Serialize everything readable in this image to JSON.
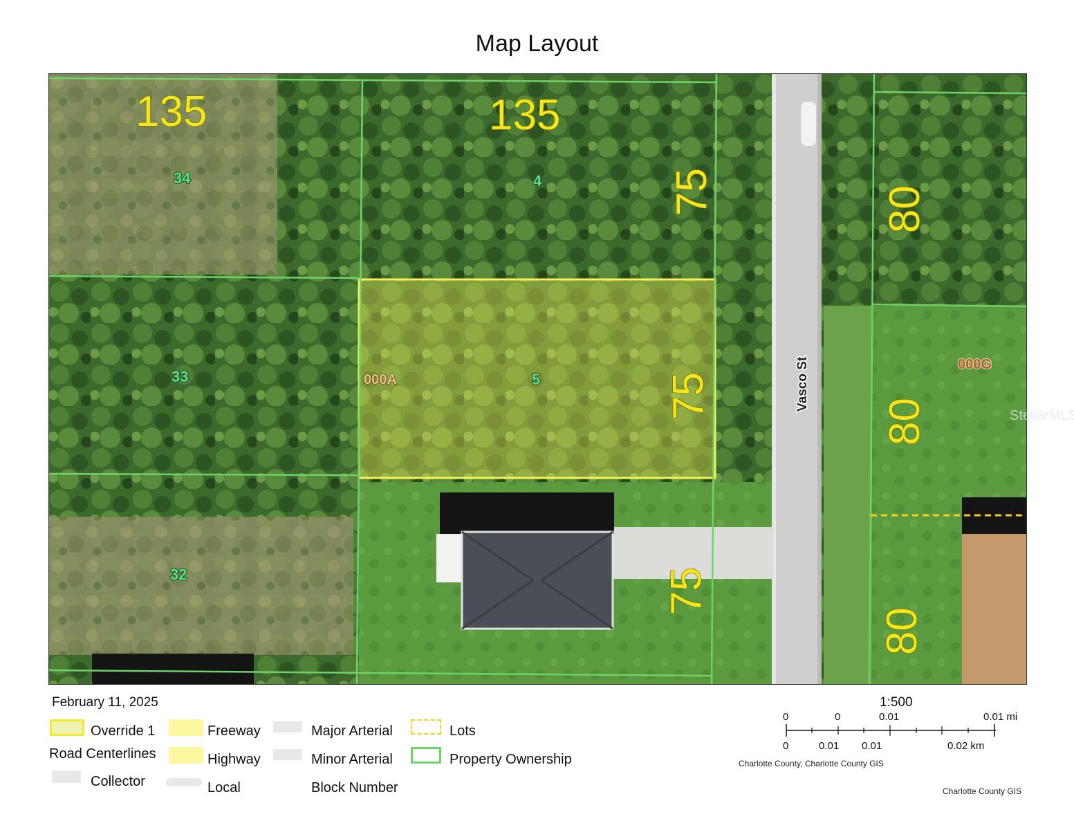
{
  "title": "Map Layout",
  "date": "February 11, 2025",
  "map": {
    "dimension_labels": [
      "135",
      "135",
      "75",
      "75",
      "75",
      "80",
      "80",
      "80"
    ],
    "lot_numbers": [
      "34",
      "4",
      "33",
      "5",
      "32"
    ],
    "block_labels": [
      "000A",
      "000G"
    ],
    "street_name": "Vasco St",
    "watermark": "StellarMLS",
    "colors": {
      "selected_parcel": "#f7f25a",
      "property_ownership": "#6fd36a",
      "lots": "#f2d21b",
      "aerial": "#3f6b2a"
    }
  },
  "legend": {
    "override": "Override 1",
    "road_centerlines": "Road Centerlines",
    "collector": "Collector",
    "freeway": "Freeway",
    "highway": "Highway",
    "local": "Local",
    "major_arterial": "Major Arterial",
    "minor_arterial": "Minor Arterial",
    "block_number": "Block Number",
    "lots": "Lots",
    "property_ownership": "Property Ownership"
  },
  "scale": {
    "ratio": "1:500",
    "mi_labels": [
      "0",
      "0",
      "0.01",
      "0.01 mi"
    ],
    "km_labels": [
      "0",
      "0.01",
      "0.01",
      "0.02 km"
    ],
    "source": "Charlotte County, Charlotte County GIS"
  },
  "credit": "Charlotte County GIS"
}
